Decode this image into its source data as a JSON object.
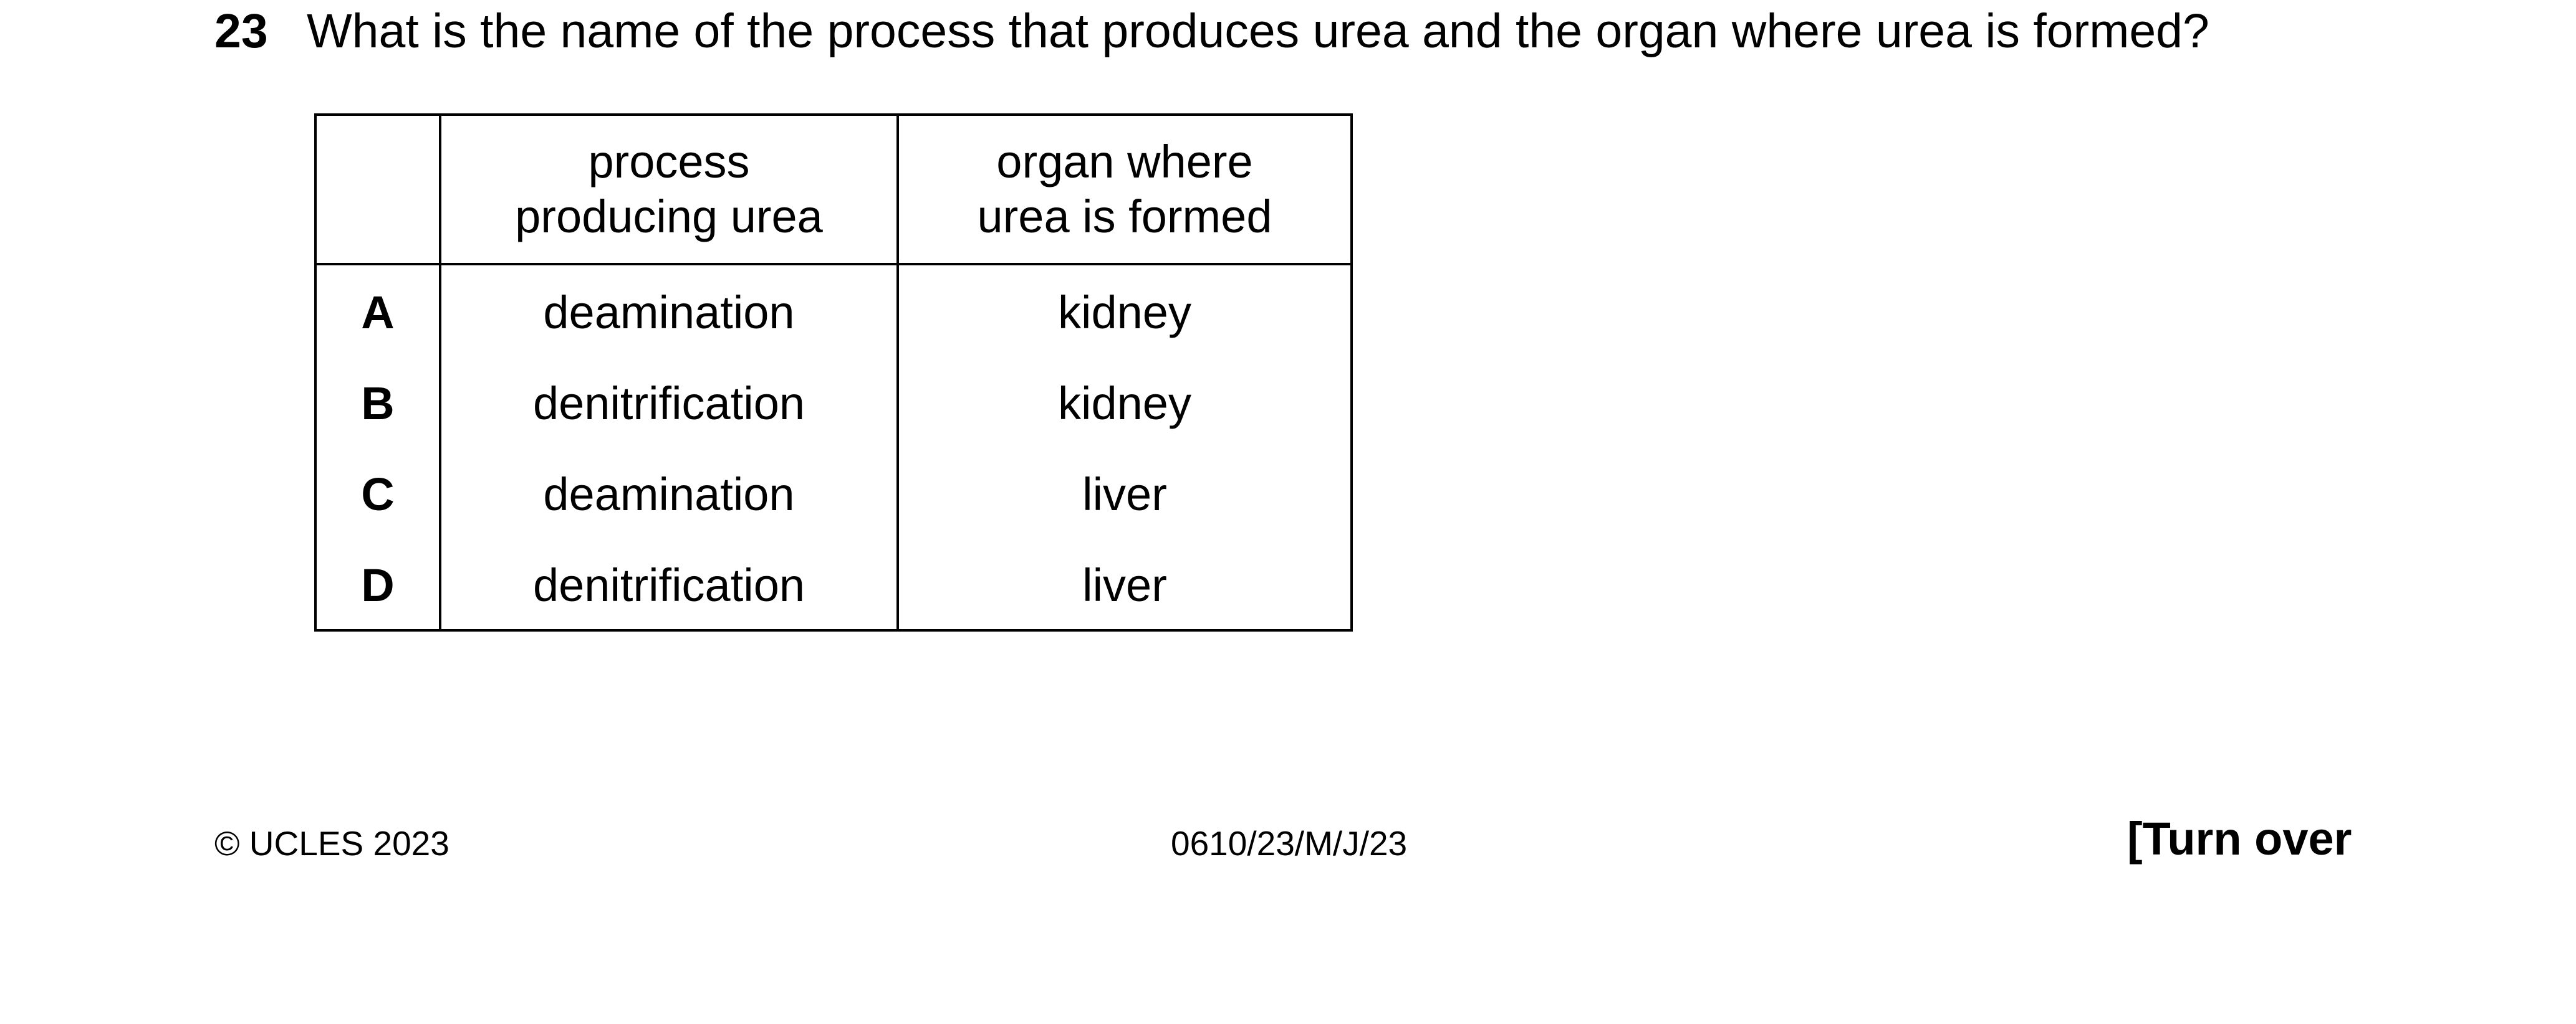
{
  "question": {
    "number": "23",
    "text": "What is the name of the process that produces urea and the organ where urea is formed?"
  },
  "table": {
    "header": {
      "letter": "",
      "process": [
        "process",
        "producing urea"
      ],
      "organ": [
        "organ where",
        "urea is formed"
      ]
    },
    "rows": [
      {
        "letter": "A",
        "process": "deamination",
        "organ": "kidney"
      },
      {
        "letter": "B",
        "process": "denitrification",
        "organ": "kidney"
      },
      {
        "letter": "C",
        "process": "deamination",
        "organ": "liver"
      },
      {
        "letter": "D",
        "process": "denitrification",
        "organ": "liver"
      }
    ]
  },
  "footer": {
    "copyright": "© UCLES 2023",
    "paper_code": "0610/23/M/J/23",
    "turn_over": "[Turn over"
  }
}
